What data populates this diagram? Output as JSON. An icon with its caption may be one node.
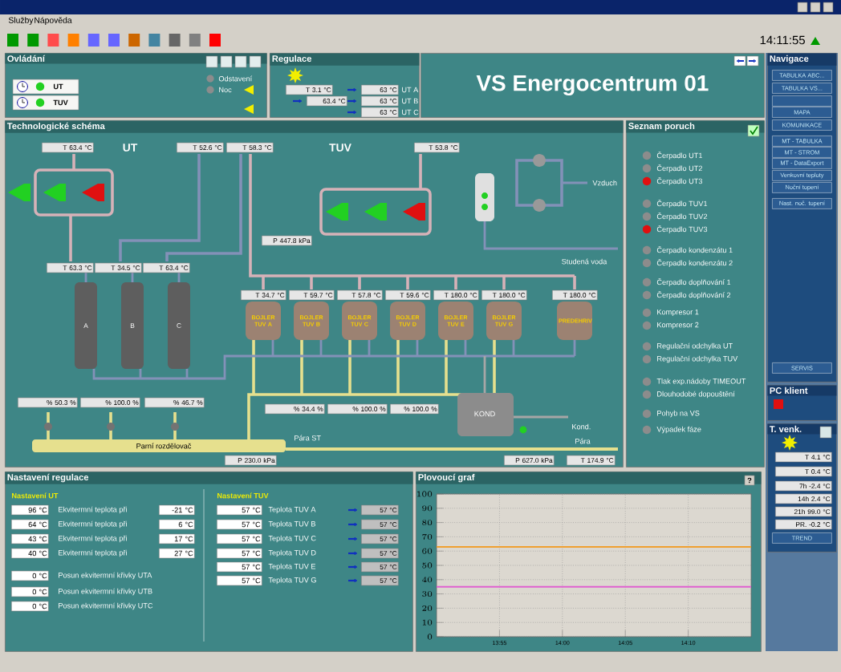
{
  "diagram": {
    "nodes": [
      {
        "text": [
          "Ovládání"
        ]
      },
      {
        "text": [
          "Regulace"
        ]
      },
      {
        "text": [
          "VS Energocentrum 01"
        ]
      },
      {
        "text": [
          "Navigace"
        ]
      },
      {
        "text": [
          "TABULKA ABC..."
        ],
        "in": 3
      },
      {
        "text": [
          "TABULKA VS..."
        ],
        "in": 3
      },
      {
        "text": [],
        "shape": "box",
        "in": 3
      },
      {
        "text": [
          "MAPA"
        ],
        "in": 3
      },
      {
        "text": [
          "KOMUNIKACE"
        ],
        "in": 3
      },
      {
        "text": [
          "MT - TABULKA"
        ],
        "in": 3
      },
      {
        "text": [
          "MT - STROM"
        ],
        "in": 3
      },
      {
        "text": [
          "MT - DataExport"
        ],
        "in": 3
      },
      {
        "text": [
          "Venkovní teploty"
        ],
        "in": 3
      },
      {
        "text": [
          "Noční topení"
        ],
        "in": 3
      },
      {
        "text": [
          "Nast. noč. topení"
        ],
        "in": 3
      },
      {
        "text": [
          "SERVIS"
        ],
        "in": 3
      },
      {
        "text": [
          "Technologické schéma"
        ]
      },
      {
        "text": [
          "Seznam poruch"
        ]
      },
      {
        "text": [
          "Nastavení regulace"
        ]
      },
      {
        "text": [
          "Plovoucí graf"
        ]
      },
      {
        "text": [
          "PC klient"
        ]
      },
      {
        "text": [
          "T. venk."
        ]
      },
      {
        "text": [
          "TREND"
        ],
        "in": 21
      }
    ],
    "labels": [
      "Služby",
      "Nápověda",
      "14:11:55",
      "UT",
      "TUV",
      "Odstavení",
      "Noc",
      "T 3.1 °C",
      "63.4 °C",
      "63 °C",
      "UT A",
      "63 °C",
      "UT B",
      "63 °C",
      "UT C",
      "T 63.4 °C",
      "UT",
      "T 52.6 °C",
      "T 58.3 °C",
      "TUV",
      "T 53.8 °C",
      "Vzduch",
      "P 447.8 kPa",
      "Studená voda",
      "T 63.3 °C",
      "T 34.5 °C",
      "T 63.4 °C",
      "T 34.7 °C",
      "T 59.7 °C",
      "T 57.8 °C",
      "T 59.6 °C",
      "T 180.0 °C",
      "T 180.0 °C",
      "T 180.0 °C",
      "A",
      "B",
      "C",
      "BOJLER TUV A",
      "BOJLER TUV B",
      "BOJLER TUV C",
      "BOJLER TUV D",
      "BOJLER TUV E",
      "BOJLER TUV G",
      "PREDEHRIV",
      "% 50.3 %",
      "% 100.0 %",
      "% 46.7 %",
      "% 34.4 %",
      "% 100.0 %",
      "% 100.0 %",
      "KOND",
      "Kond.",
      "Parní rozdělovač",
      "Pára ST",
      "Pára",
      "P 230.0 kPa",
      "P 627.0 kPa",
      "T 174.9 °C",
      "Čerpadlo UT1",
      "Čerpadlo UT2",
      "Čerpadlo UT3",
      "Čerpadlo TUV1",
      "Čerpadlo TUV2",
      "Čerpadlo TUV3",
      "Čerpadlo kondenzátu 1",
      "Čerpadlo kondenzátu 2",
      "Čerpadlo doplňování 1",
      "Čerpadlo doplňování 2",
      "Kompresor 1",
      "Kompresor 2",
      "Regulační odchylka UT",
      "Regulační odchylka TUV",
      "Tlak exp.nádoby TIMEOUT",
      "Dlouhodobé dopouštění",
      "Pohyb na VS",
      "Výpadek fáze",
      "T 4.1 °C",
      "T 0.4 °C",
      "7h -2.4 °C",
      "14h 2.4 °C",
      "21h 99.0 °C",
      "PR. -0.2 °C",
      "Nastavení UT",
      "96 °C",
      "Ekvitermní teplota při",
      "-21 °C",
      "64 °C",
      "Ekvitermní teplota při",
      "6 °C",
      "43 °C",
      "Ekvitermní teplota při",
      "17 °C",
      "40 °C",
      "Ekvitermní teplota při",
      "27 °C",
      "0 °C",
      "Posun ekvitermní křivky UTA",
      "0 °C",
      "Posun ekvitermní křivky UTB",
      "0 °C",
      "Posun ekvitermní křivky UTC",
      "Nastavení TUV",
      "57 °C",
      "Teplota TUV A",
      "57 °C",
      "57 °C",
      "Teplota TUV B",
      "57 °C",
      "57 °C",
      "Teplota TUV C",
      "57 °C",
      "57 °C",
      "Teplota TUV D",
      "57 °C",
      "57 °C",
      "Teplota TUV E",
      "57 °C",
      "57 °C",
      "Teplota TUV G",
      "57 °C",
      "?"
    ],
    "chart_data": {
      "type": "line",
      "categories": [
        null,
        "13:55",
        "14:00",
        "14:05",
        "14:10",
        null
      ],
      "series": [
        {
          "color": "#f0a030",
          "values": [
            63,
            63,
            63,
            63,
            63,
            63
          ]
        },
        {
          "color": "#e060d0",
          "values": [
            35,
            35,
            35,
            35,
            35,
            35
          ]
        }
      ],
      "ylim": [
        0,
        100
      ],
      "grid": true,
      "yticks": [
        0,
        10,
        20,
        30,
        40,
        50,
        60,
        70,
        80,
        90,
        100
      ]
    }
  }
}
